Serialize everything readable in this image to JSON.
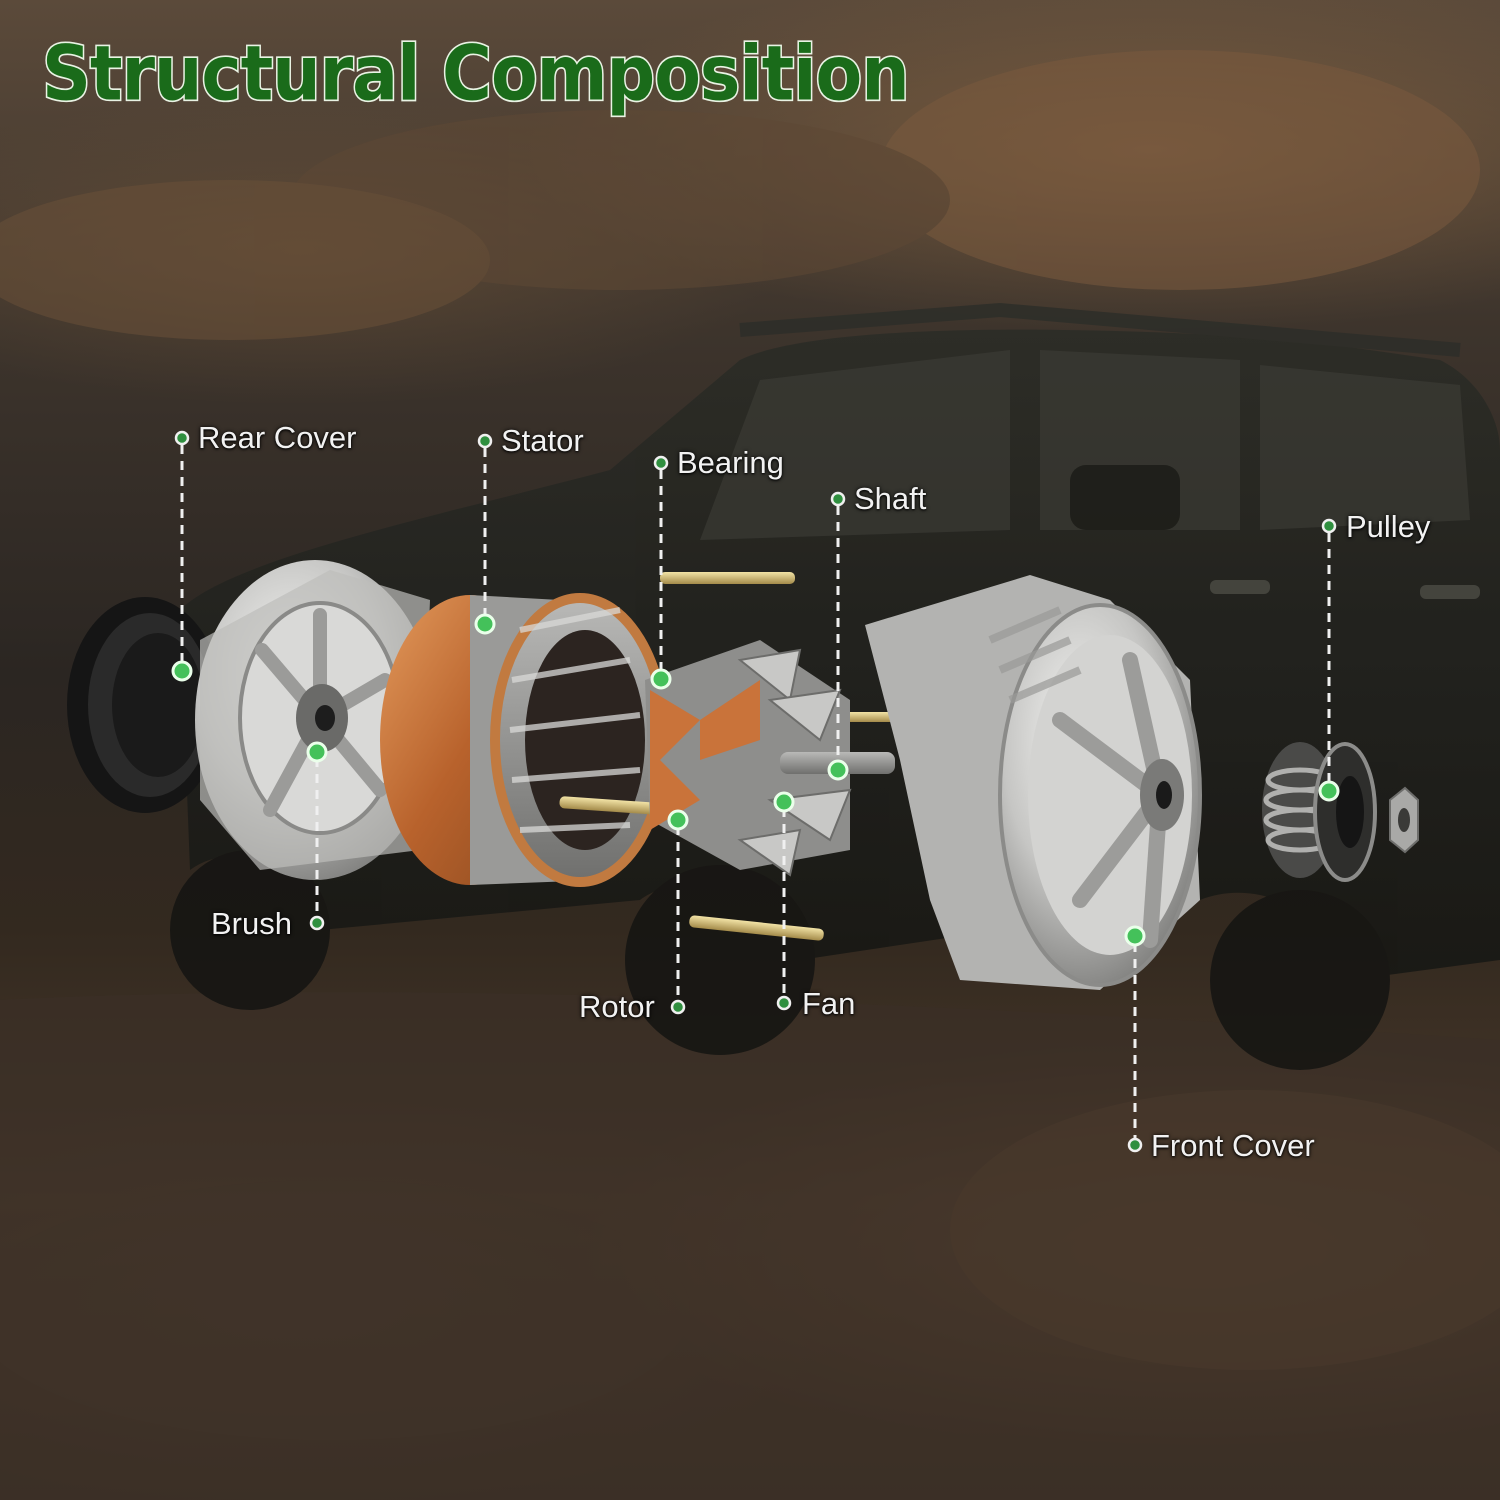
{
  "title": "Structural Composition",
  "colors": {
    "title_text": "#1a6b1a",
    "dot": "#44c15a",
    "leader": "#f0f0f0",
    "copper": "#c9733a",
    "metal": "#c8c8c6"
  },
  "labels": {
    "rear_cover": "Rear Cover",
    "stator": "Stator",
    "bearing": "Bearing",
    "shaft": "Shaft",
    "pulley": "Pulley",
    "brush": "Brush",
    "rotor": "Rotor",
    "fan": "Fan",
    "front_cover": "Front Cover"
  }
}
